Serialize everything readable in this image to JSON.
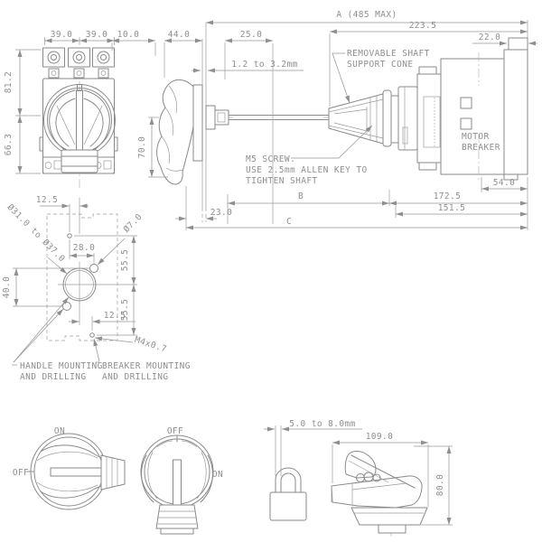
{
  "colors": {
    "background": "#ffffff",
    "line": "#8a8a8a",
    "text": "#8f8f8f"
  },
  "front_view": {
    "dims": {
      "pitch_left": "39.0",
      "pitch_right": "39.0",
      "height_upper": "81.2",
      "height_lower": "66.3"
    }
  },
  "side_view": {
    "dims": {
      "knob_offset": "10.0",
      "handle_depth": "44.0",
      "shaft_engagement": "25.0",
      "door_thickness": "1.2 to 3.2mm",
      "overall_length": "A (485 MAX)",
      "breaker_assembly": "223.5",
      "end_step": "22.0",
      "handle_height": "70.0",
      "knob_clearance": "23.0",
      "shaft_b": "B",
      "overall_c": "C",
      "breaker_depth": "172.5",
      "breaker_body": "151.5",
      "end_width": "54.0"
    },
    "notes": {
      "cone_line1": "REMOVABLE SHAFT",
      "cone_line2": "SUPPORT CONE",
      "screw_line1": "M5 SCREW.",
      "screw_line2": "USE 2.5mm ALLEN KEY TO",
      "screw_line3": "TIGHTEN SHAFT"
    },
    "labels": {
      "breaker_line1": "MOTOR",
      "breaker_line2": "BREAKER"
    }
  },
  "drilling_view": {
    "dims": {
      "offset_top": "12.5",
      "shaft_hole": "Ø31.0 to Ø37.0",
      "handle_hole": "Ø7.0",
      "hole_span_h": "28.0",
      "span_upper": "55.5",
      "span_lower": "55.5",
      "handle_hole_span": "40.0",
      "offset_bottom": "12.5",
      "thread": "M4x0.7"
    },
    "labels": {
      "handle_line1": "HANDLE MOUNTING",
      "handle_line2": "AND DRILLING",
      "breaker_line1": "BREAKER MOUNTING",
      "breaker_line2": "AND DRILLING"
    }
  },
  "position_views": {
    "labels": {
      "handle1_on": "ON",
      "handle1_off": "OFF",
      "handle2_off": "OFF",
      "handle2_on": "ON"
    }
  },
  "lockout_view": {
    "dims": {
      "shackle": "5.0 to 8.0mm",
      "width": "109.0",
      "height": "80.0"
    }
  }
}
